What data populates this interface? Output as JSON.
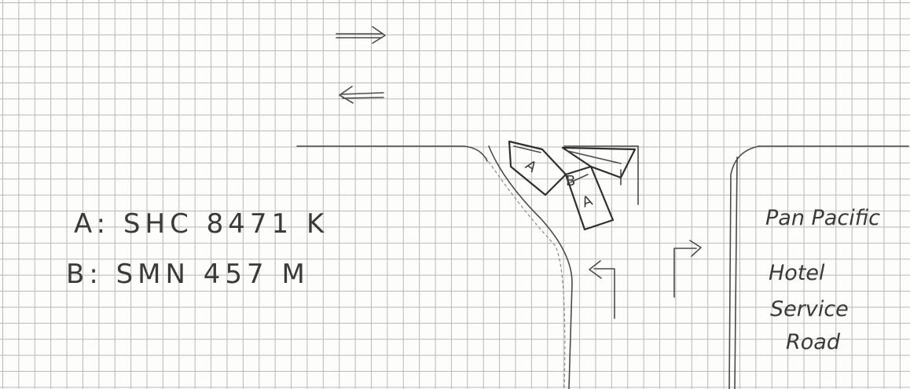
{
  "legend": {
    "vehicle_a": "A: SHC 8471 K",
    "vehicle_b": "B: SMN 457 M"
  },
  "vehicle_labels": {
    "vehicle_a_mark": "A",
    "vehicle_b_mark": "B",
    "vehicle_a_mark_second": "A"
  },
  "place_label": {
    "line1": "Pan Pacific",
    "line2": "Hotel",
    "line3": "Service",
    "line4": "Road"
  },
  "colors": {
    "ink": "#4a4a4a",
    "grid": "#b8b8b8",
    "paper": "#fdfdfb"
  }
}
